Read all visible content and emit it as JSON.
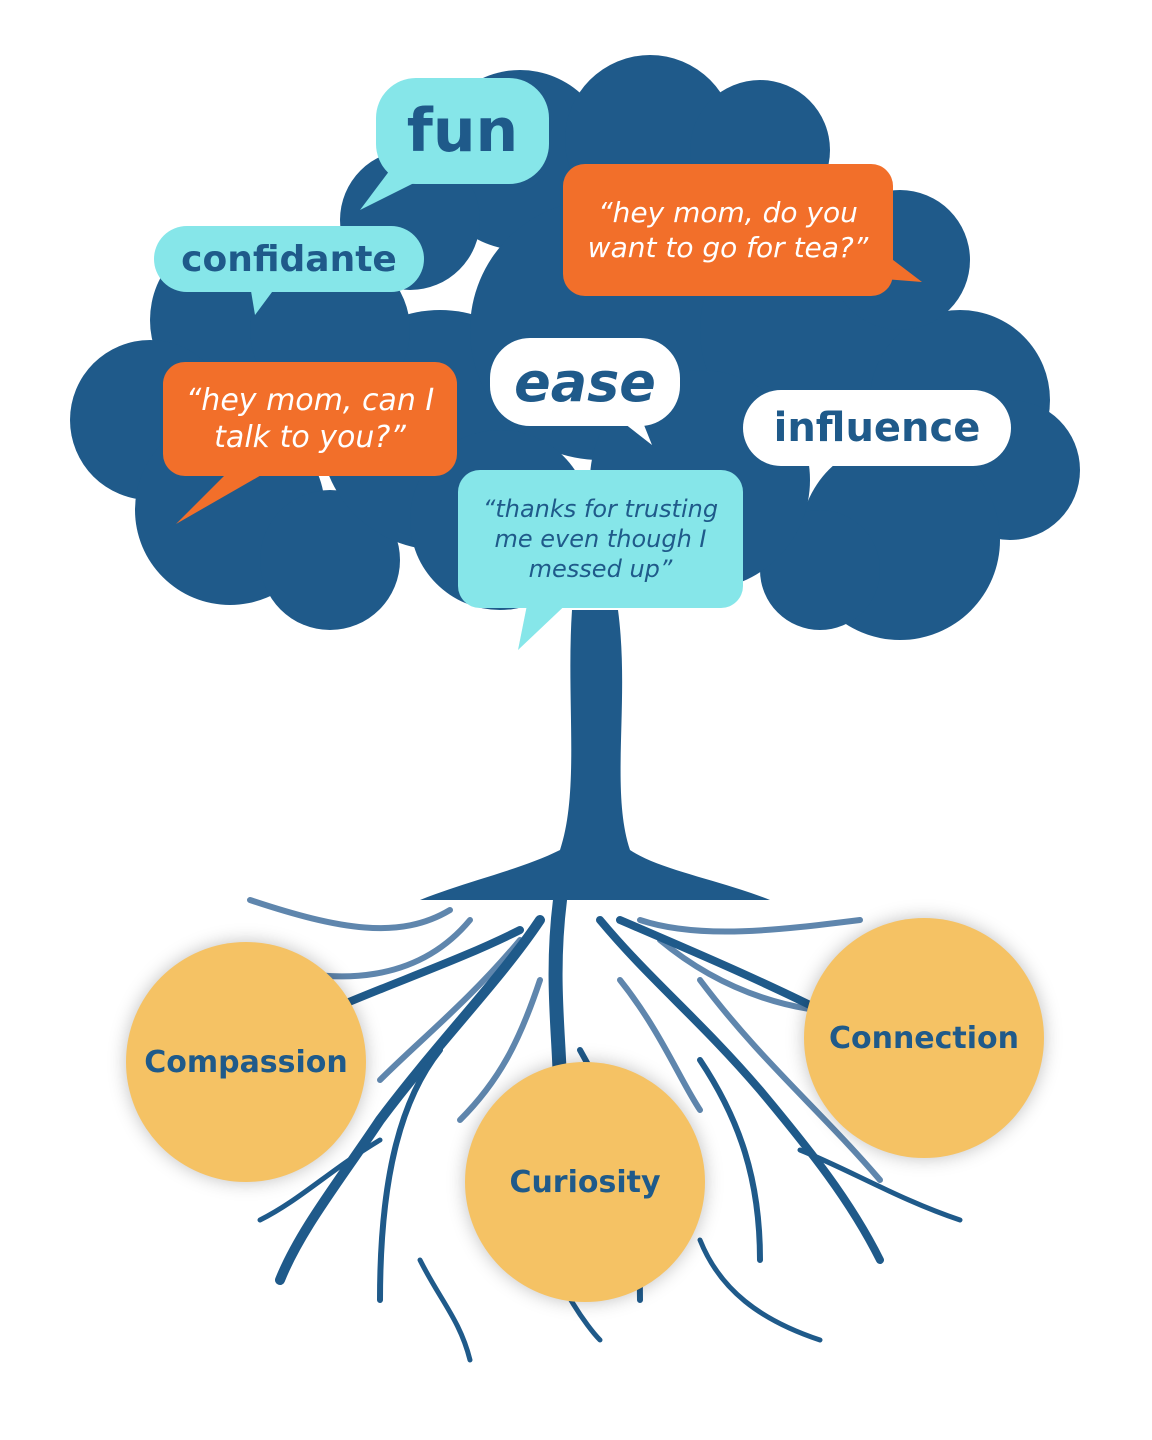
{
  "colors": {
    "tree": "#1f5a8a",
    "roots_light": "#5f86ad",
    "cyan": "#86e6e9",
    "orange": "#f26f2a",
    "white": "#ffffff",
    "gold": "#f5c264",
    "text_dark": "#1f5a8a"
  },
  "canopy": {
    "words": {
      "fun": "fun",
      "confidante": "confidante",
      "ease": "ease",
      "influence": "influence"
    },
    "quotes": {
      "tea": [
        "“hey mom, do you",
        "want to go for tea?”"
      ],
      "talk": [
        "“hey mom, can I",
        "talk to you?”"
      ],
      "trusting": [
        "“thanks for trusting",
        "me even though I",
        "messed up”"
      ]
    }
  },
  "roots": {
    "compassion": "Compassion",
    "curiosity": "Curiosity",
    "connection": "Connection"
  }
}
